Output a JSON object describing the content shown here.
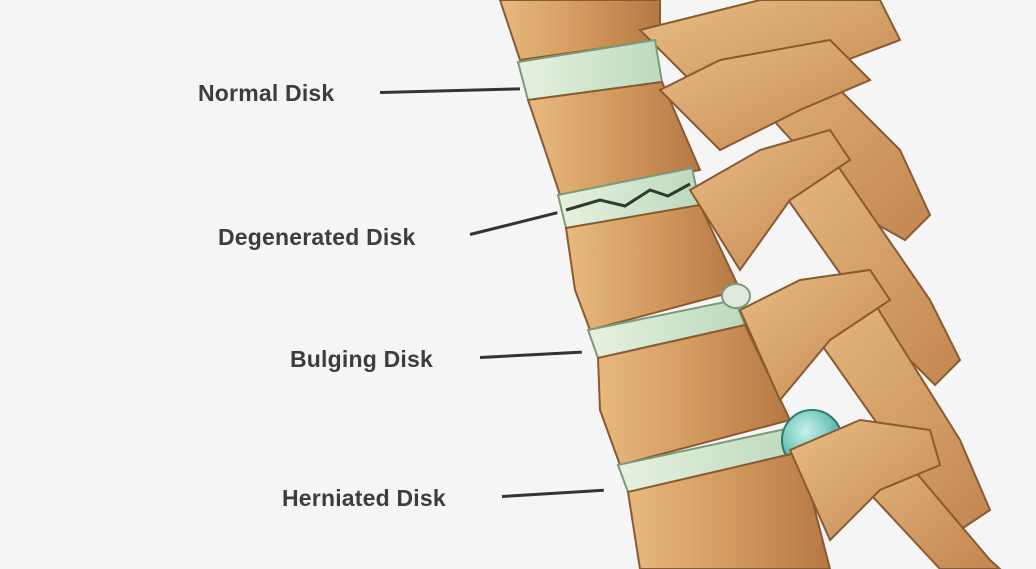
{
  "labels": {
    "normal": "Normal Disk",
    "degenerated": "Degenerated Disk",
    "bulging": "Bulging Disk",
    "herniated": "Herniated Disk"
  },
  "colors": {
    "background": "#f5f5f5",
    "bone": "#d9a46a",
    "bone_shadow": "#a86a3a",
    "bone_light": "#eec591",
    "disk": "#cfe6cf",
    "herniation": "#6fc4b8",
    "label_text": "#3d3d3d",
    "leader_line": "#333333"
  }
}
